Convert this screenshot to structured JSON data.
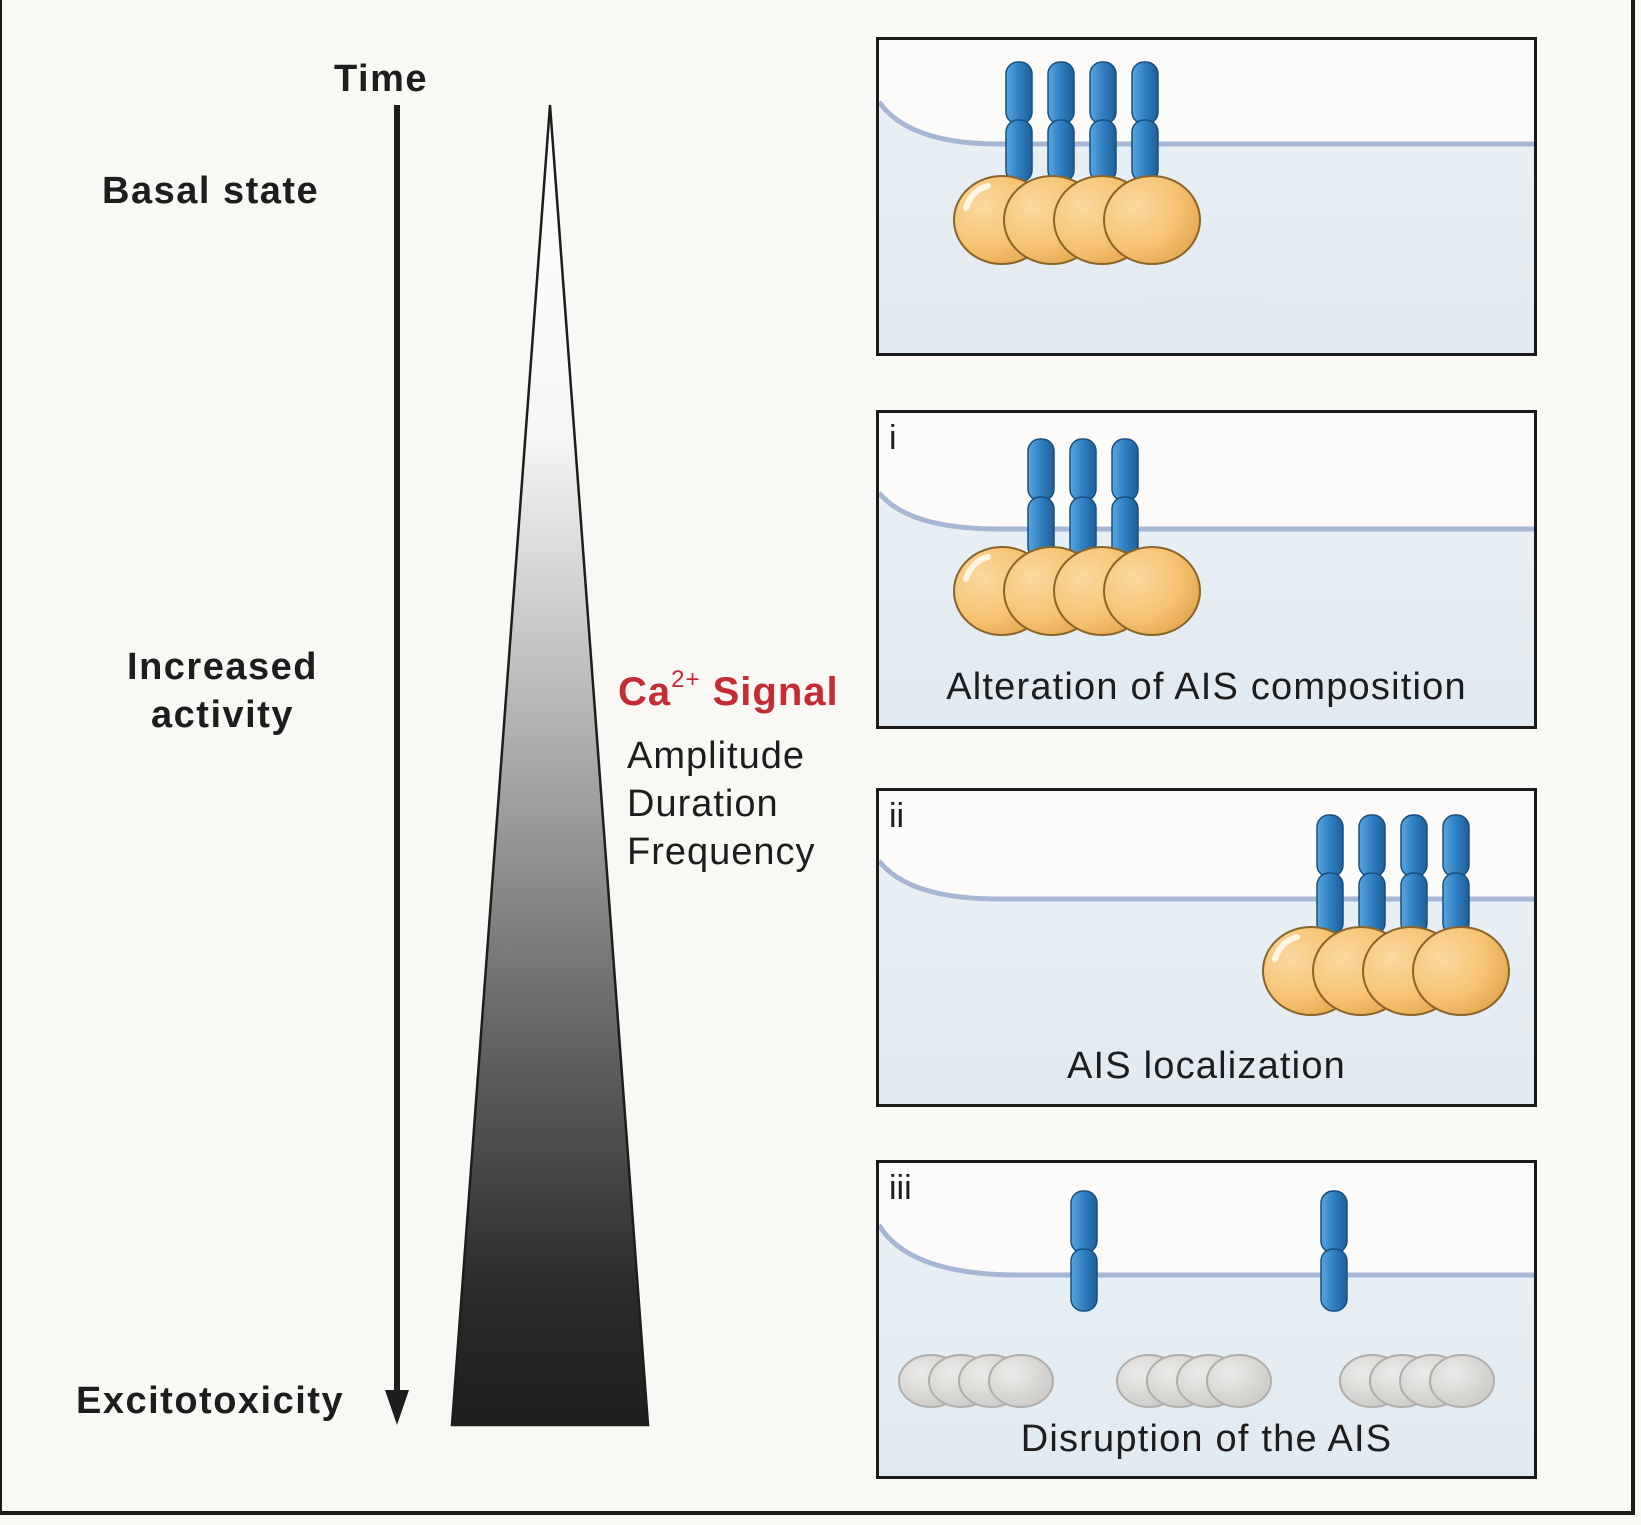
{
  "axis": {
    "time_label": "Time",
    "top_state": "Basal state",
    "middle_state_line1": "Increased",
    "middle_state_line2": "activity",
    "bottom_state": "Excitotoxicity"
  },
  "signal": {
    "title_prefix": "Ca",
    "title_superscript": "2+",
    "title_suffix": " Signal",
    "properties": [
      "Amplitude",
      "Duration",
      "Frequency"
    ],
    "title_color": "#c42b33"
  },
  "panels": [
    {
      "numeral": "",
      "caption": ""
    },
    {
      "numeral": "i",
      "caption": "Alteration of AIS composition"
    },
    {
      "numeral": "ii",
      "caption": "AIS localization"
    },
    {
      "numeral": "iii",
      "caption": "Disruption of the AIS"
    }
  ],
  "colors": {
    "channel": "#2f7fc1",
    "scaffold": "#f6c272",
    "disrupted_scaffold": "#d9d7d4",
    "membrane": "#a8b6d6",
    "axon_interior": "#e6eef4"
  }
}
